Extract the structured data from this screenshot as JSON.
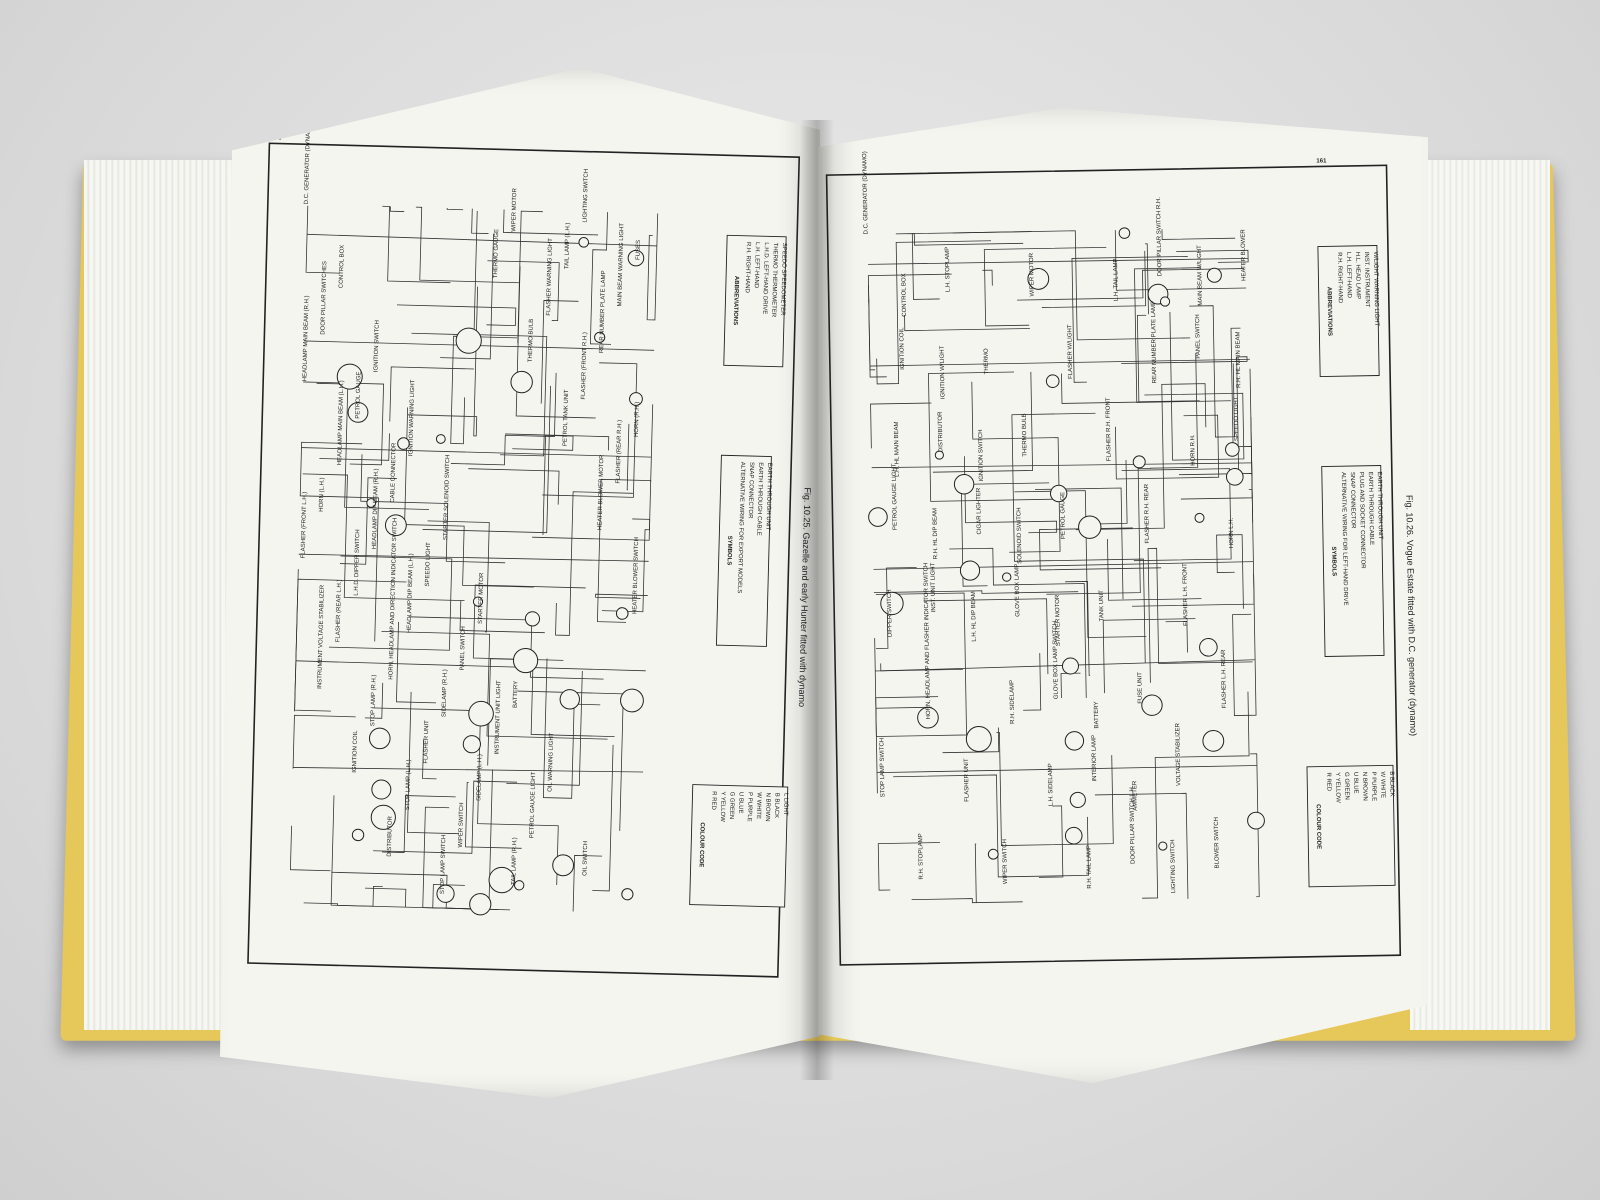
{
  "book": {
    "left_page": {
      "page_number": "160",
      "caption": "Fig. 10.25. Gazelle and early Hunter fitted with dynamo",
      "labels": [
        "D.C. GENERATOR (DYNAMO)",
        "CONTROL BOX",
        "IGNITION SWITCH",
        "IGNITION WARNING LIGHT",
        "STARTER SOLENOID SWITCH",
        "STARTER MOTOR",
        "BATTERY",
        "OIL WARNING LIGHT",
        "OIL SWITCH",
        "FUSES",
        "DOOR PILLAR SWITCHES",
        "PETROL GAUGE",
        "CABLE CONNECTOR",
        "SPEEDO LIGHT",
        "PANEL SWITCH",
        "INSTRUMENT UNIT LIGHT",
        "PETROL GAUGE LIGHT",
        "LIGHTING SWITCH",
        "MAIN BEAM WARNING LIGHT",
        "HEADLAMP MAIN BEAM (R.H.)",
        "HEADLAMP MAIN BEAM (L.H.)",
        "HEADLAMP DIP BEAM (R.H.)",
        "HEADLAMP DIP BEAM (L.H.)",
        "SIDELAMP (R.H.)",
        "SIDELAMP (L.H.)",
        "TAIL LAMP (R.H.)",
        "TAIL LAMP (L.H.)",
        "REAR NUMBER PLATE LAMP",
        "HORN (R.H.)",
        "HORN (L.H.)",
        "L.H.D. DIPPER SWITCH",
        "HORN, HEADLAMP AND DIRECTION INDICATOR SWITCH",
        "FLASHER UNIT",
        "WIPER SWITCH",
        "WIPER MOTOR",
        "FLASHER WARNING LIGHT",
        "FLASHER (FRONT R.H.)",
        "FLASHER (REAR R.H.)",
        "FLASHER (FRONT L.H.)",
        "FLASHER (REAR L.H.)",
        "STOP LAMP (R.H.)",
        "STOP LAMP (L.H.)",
        "STOP LAMP SWITCH",
        "THERMO GAUGE",
        "THERMO BULB",
        "PETROL TANK UNIT",
        "HEATER BLOWER MOTOR",
        "HEATER BLOWER SWITCH",
        "INSTRUMENT VOLTAGE STABILIZER",
        "IGNITION COIL",
        "DISTRIBUTOR"
      ],
      "abbreviations_title": "ABBREVIATIONS",
      "abbreviations": [
        "R.H. RIGHT-HAND",
        "L.H. LEFT-HAND",
        "L.H.D. LEFT-HAND DRIVE",
        "THERMO THERMOMETER",
        "SPEEDO SPEEDOMETER"
      ],
      "symbols_title": "SYMBOLS",
      "symbols": [
        "ALTERNATIVE WIRING FOR EXPORT MODELS",
        "SNAP CONNECTOR",
        "EARTH THROUGH CABLE",
        "EARTH THROUGH UNIT"
      ],
      "colour_code_title": "COLOUR CODE",
      "colour_code": [
        "R RED",
        "Y YELLOW",
        "G GREEN",
        "U BLUE",
        "P PURPLE",
        "W WHITE",
        "N BROWN",
        "B BLACK",
        "L LIGHT"
      ]
    },
    "right_page": {
      "page_number": "161",
      "caption": "Fig. 10.26. Vogue Estate fitted with D.C. generator (dynamo)",
      "labels": [
        "D.C. GENERATOR (DYNAMO)",
        "CONTROL BOX",
        "IGNITION W/LIGHT",
        "IGNITION SWITCH",
        "SOLENOID SWITCH",
        "STARTER MOTOR",
        "BATTERY",
        "AMMETER",
        "LIGHTING SWITCH",
        "MAIN BEAM W/LIGHT",
        "R.H. HL MAIN BEAM",
        "L.H. HL MAIN BEAM",
        "R.H. HL DIP BEAM",
        "L.H. HL DIP BEAM",
        "R.H. SIDELAMP",
        "L.H. SIDELAMP",
        "R.H. TAIL LAMP",
        "L.H. TAIL LAMP",
        "REAR NUMBER PLATE LAMP",
        "HORN R.H.",
        "HORN L.H.",
        "DIPPER SWITCH",
        "HORN, HEADLAMP AND FLASHER INDICATOR SWITCH",
        "FLASHER UNIT",
        "WIPER SWITCH",
        "WIPER MOTOR",
        "FLASHER W/LIGHT",
        "FLASHER R.H. FRONT",
        "FLASHER R.H. REAR",
        "FLASHER L.H. FRONT",
        "FLASHER L.H. REAR",
        "STOP LAMP SWITCH",
        "R.H. STOPLAMP",
        "L.H. STOPLAMP",
        "THERMO",
        "THERMO BULB",
        "PETROL GAUGE",
        "TANK UNIT",
        "FUSE UNIT",
        "VOLTAGE STABILIZER",
        "BLOWER SWITCH",
        "HEATER BLOWER",
        "IGNITION COIL",
        "DISTRIBUTOR",
        "CIGAR LIGHTER",
        "GLOVE BOX LAMP",
        "GLOVE BOX LAMP SWITCH",
        "INTERIOR LAMP",
        "DOOR PILLAR SWITCH L.H.",
        "DOOR PILLAR SWITCH R.H.",
        "PANEL SWITCH",
        "SPEEDO LIGHT",
        "PETROL GAUGE LIGHT",
        "INST. UNIT LIGHT"
      ],
      "abbreviations_title": "ABBREVIATIONS",
      "abbreviations": [
        "R.H. RIGHT-HAND",
        "L.H. LEFT-HAND",
        "H.L. HEAD LAMP",
        "INST. INSTRUMENT",
        "W/LIGHT WARNING LIGHT"
      ],
      "symbols_title": "SYMBOLS",
      "symbols": [
        "ALTERNATIVE WIRING FOR LEFT-HAND DRIVE",
        "SNAP CONNECTOR",
        "PLUG AND SOCKET CONNECTOR",
        "EARTH THROUGH CABLE",
        "EARTH THROUGH UNIT"
      ],
      "colour_code_title": "COLOUR CODE",
      "colour_code": [
        "R RED",
        "Y YELLOW",
        "G GREEN",
        "U BLUE",
        "N BROWN",
        "P PURPLE",
        "W WHITE",
        "B BLACK"
      ]
    }
  }
}
